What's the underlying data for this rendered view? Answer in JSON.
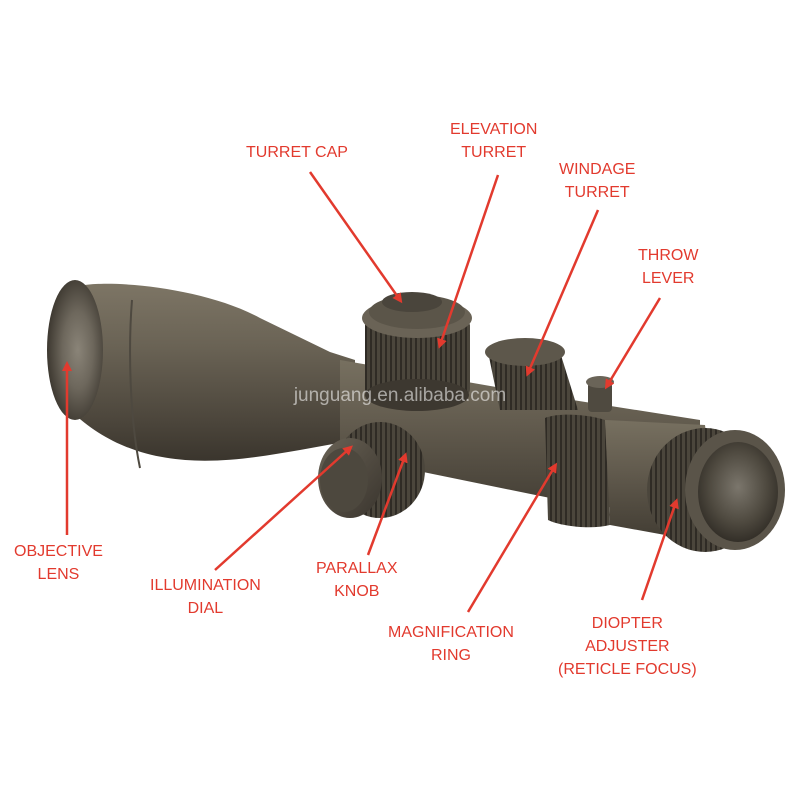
{
  "colors": {
    "label": "#e23a2e",
    "scope_body": "#5a5448",
    "background": "#ffffff"
  },
  "watermark": "junguang.en.alibaba.com",
  "labels": {
    "turret_cap": [
      "TURRET CAP"
    ],
    "elevation_turret": [
      "ELEVATION",
      "TURRET"
    ],
    "windage_turret": [
      "WINDAGE",
      "TURRET"
    ],
    "throw_lever": [
      "THROW",
      "LEVER"
    ],
    "objective_lens": [
      "OBJECTIVE",
      "LENS"
    ],
    "illumination_dial": [
      "ILLUMINATION",
      "DIAL"
    ],
    "parallax_knob": [
      "PARALLAX",
      "KNOB"
    ],
    "magnification_ring": [
      "MAGNIFICATION",
      "RING"
    ],
    "diopter_adjuster": [
      "DIOPTER",
      "ADJUSTER",
      "(RETICLE FOCUS)"
    ]
  }
}
